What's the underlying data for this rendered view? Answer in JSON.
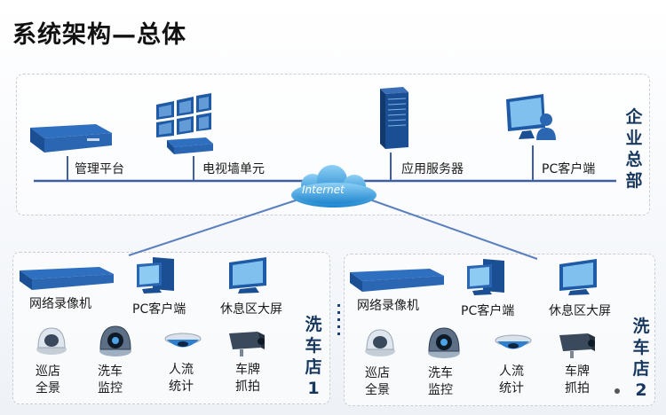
{
  "title": "系统架构—总体",
  "hq": {
    "label": [
      "企",
      "业",
      "总",
      "部"
    ],
    "nodes": {
      "mgmt": "管理平台",
      "videowall": "电视墙单元",
      "appserver": "应用服务器",
      "pcclient": "PC客户端"
    }
  },
  "network": {
    "cloud_label": "Internet"
  },
  "store1": {
    "label": [
      "洗",
      "车",
      "店",
      "1"
    ],
    "nvr": "网络录像机",
    "pc": "PC客户端",
    "lounge": "休息区大屏",
    "cam_patrol": [
      "巡店",
      "全景"
    ],
    "cam_wash": [
      "洗车",
      "监控"
    ],
    "cam_flow": [
      "人流",
      "统计"
    ],
    "cam_plate": [
      "车牌",
      "抓拍"
    ]
  },
  "store2": {
    "label": [
      "洗",
      "车",
      "店",
      "2"
    ],
    "nvr": "网络录像机",
    "pc": "PC客户端",
    "lounge": "休息区大屏",
    "cam_patrol": [
      "巡店",
      "全景"
    ],
    "cam_wash": [
      "洗车",
      "监控"
    ],
    "cam_flow": [
      "人流",
      "统计"
    ],
    "cam_plate": [
      "车牌",
      "抓拍"
    ]
  }
}
